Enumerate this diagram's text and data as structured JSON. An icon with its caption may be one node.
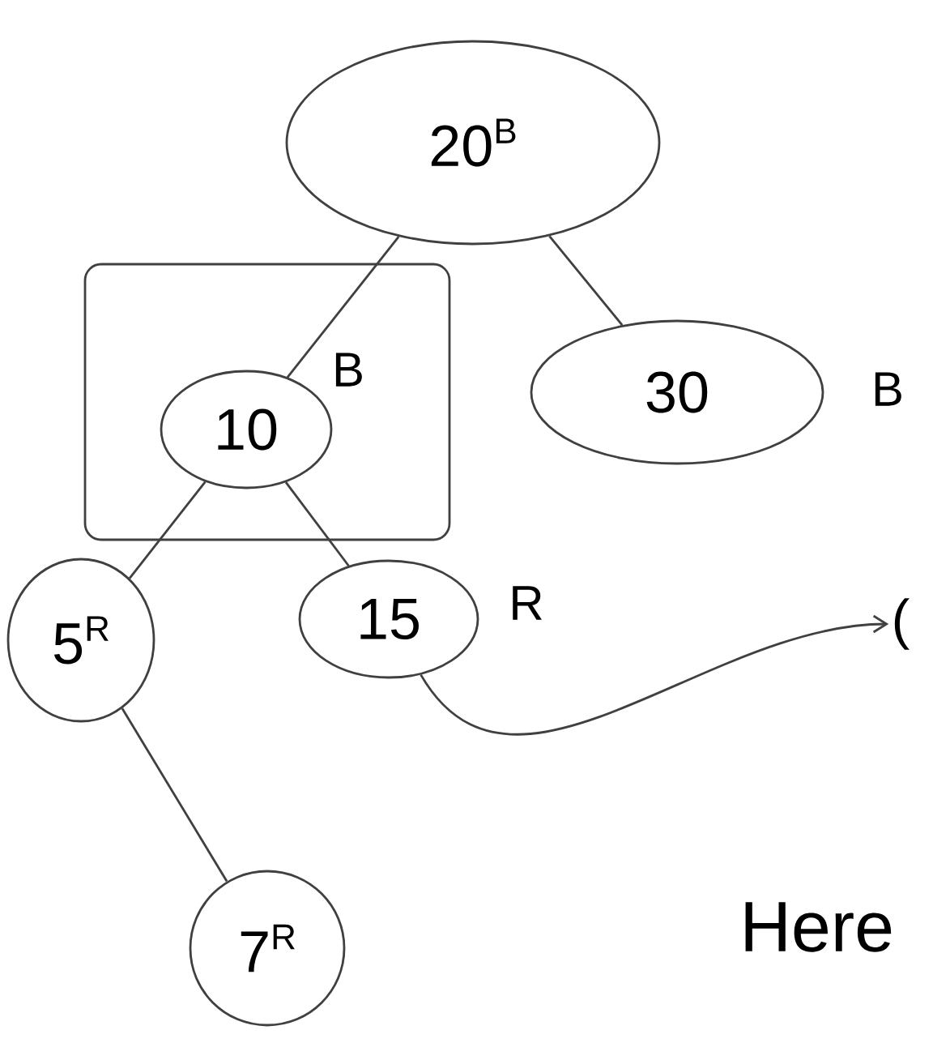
{
  "diagram": {
    "nodes": [
      {
        "text": [
          "20",
          "B"
        ]
      },
      {
        "text": [],
        "shape": "box"
      },
      {
        "text": [
          "10"
        ],
        "beside": [
          "B"
        ],
        "in": 1
      },
      {
        "text": [
          "30"
        ],
        "beside": [
          "B"
        ]
      },
      {
        "text": [
          "5",
          "R"
        ]
      },
      {
        "text": [
          "15"
        ],
        "beside": [
          "R"
        ]
      },
      {
        "text": [
          "7",
          "R"
        ]
      },
      {
        "text": [
          "("
        ]
      }
    ],
    "edges": [
      {
        "from": 0,
        "to": 2,
        "arrow": "none"
      },
      {
        "from": 0,
        "to": 3,
        "arrow": "none"
      },
      {
        "from": 2,
        "to": 4,
        "arrow": "none"
      },
      {
        "from": 2,
        "to": 5,
        "arrow": "none"
      },
      {
        "from": 4,
        "to": 6,
        "arrow": "none"
      },
      {
        "from": 5,
        "to": 7,
        "arrow": "to"
      }
    ],
    "labels": [
      "Here"
    ]
  }
}
